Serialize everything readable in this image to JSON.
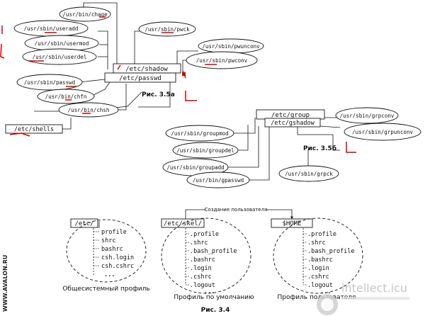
{
  "fig_a": {
    "files": [
      "/etc/shadow",
      "/etc/passwd"
    ],
    "commands": [
      "/usr/bin/chage",
      "/usr/sbin/useradd",
      "/usr/sbin/pwck",
      "/usr/sbin/usermod",
      "/usr/sbin/userdel",
      "/usr/sbin/pwunconv",
      "/usr/sbin/pwconv",
      "/usr/sbin/passwd",
      "/usr/bin/chfn",
      "/usr/bin/chsh"
    ],
    "shells": "/etc/shells",
    "caption": "Рис. 3.5а"
  },
  "fig_b": {
    "files": [
      "/etc/group",
      "/etc/gshadow"
    ],
    "commands": [
      "/usr/sbin/grpconv",
      "/usr/sbin/groupmod",
      "/usr/sbin/grpunconv",
      "/usr/sbin/groupdel",
      "/usr/sbin/groupadd",
      "/usr/bin/gpasswd",
      "/usr/sbin/grpck"
    ],
    "caption": "Рис. 3.5б"
  },
  "fig_c": {
    "create_label": "Создание пользователя",
    "dirs": [
      "/etc/",
      "/etc/skel/",
      "$HOME"
    ],
    "etc_items": [
      "profile",
      "shrc",
      "bashrc",
      "csh.login",
      "csh.cshrc",
      "..."
    ],
    "skel_items": [
      ".profile",
      ".shrc",
      ".bash_profile",
      ".bashrc",
      ".login",
      ".cshrc",
      ".logout",
      "..."
    ],
    "home_items": [
      ".profile",
      ".shrc",
      ".bash_profile",
      ".bashrc",
      ".login",
      ".cshrc",
      ".logout",
      "..."
    ],
    "group_labels": [
      "Общесистемный профиль",
      "Профиль по умолчанию",
      "Профиль пользователя"
    ],
    "caption": "Рис. 3.4"
  },
  "watermark_side": "WWW.AVALON.RU",
  "watermark_logo": "intellect.icu",
  "colors": {
    "ink": "#111111",
    "annotation": "#d40000",
    "logo": "#2a7fd4"
  }
}
